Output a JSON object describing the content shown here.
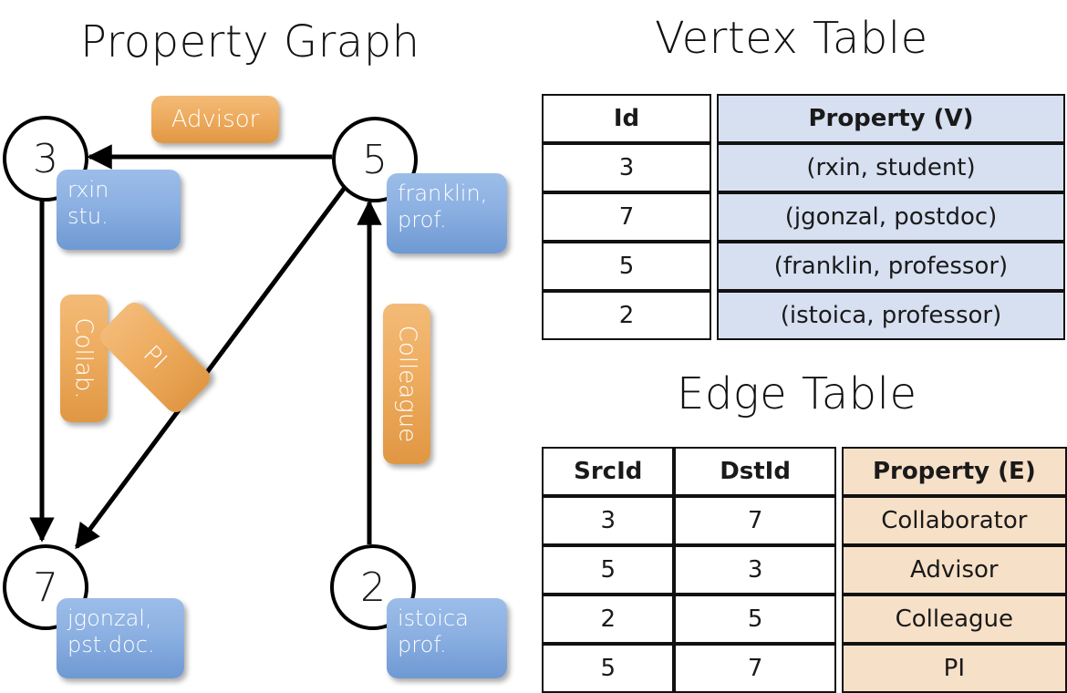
{
  "titles": {
    "property_graph": "Property Graph",
    "vertex_table": "Vertex Table",
    "edge_table": "Edge Table"
  },
  "graph": {
    "nodes": [
      {
        "id": "3",
        "label": "3",
        "property_line1": "rxin",
        "property_line2": "stu."
      },
      {
        "id": "5",
        "label": "5",
        "property_line1": "franklin,",
        "property_line2": "prof."
      },
      {
        "id": "7",
        "label": "7",
        "property_line1": "jgonzal,",
        "property_line2": "pst.doc."
      },
      {
        "id": "2",
        "label": "2",
        "property_line1": "istoica",
        "property_line2": "prof."
      }
    ],
    "edge_labels": [
      {
        "name": "advisor",
        "text": "Advisor"
      },
      {
        "name": "collab",
        "text": "Collab."
      },
      {
        "name": "pi",
        "text": "PI"
      },
      {
        "name": "colleague",
        "text": "Colleague"
      }
    ],
    "edges": [
      {
        "from": "5",
        "to": "3",
        "label": "Advisor"
      },
      {
        "from": "3",
        "to": "7",
        "label": "Collab."
      },
      {
        "from": "5",
        "to": "7",
        "label": "PI"
      },
      {
        "from": "2",
        "to": "5",
        "label": "Colleague"
      }
    ]
  },
  "vertex_table": {
    "headers": [
      "Id",
      "Property (V)"
    ],
    "rows": [
      {
        "id": "3",
        "property": "(rxin, student)"
      },
      {
        "id": "7",
        "property": "(jgonzal, postdoc)"
      },
      {
        "id": "5",
        "property": "(franklin, professor)"
      },
      {
        "id": "2",
        "property": "(istoica, professor)"
      }
    ]
  },
  "edge_table": {
    "headers": [
      "SrcId",
      "DstId",
      "Property (E)"
    ],
    "rows": [
      {
        "src": "3",
        "dst": "7",
        "property": "Collaborator"
      },
      {
        "src": "5",
        "dst": "3",
        "property": "Advisor"
      },
      {
        "src": "2",
        "dst": "5",
        "property": "Colleague"
      },
      {
        "src": "5",
        "dst": "7",
        "property": "PI"
      }
    ]
  },
  "colors": {
    "vertex_property_fill": "#d7e0f1",
    "edge_property_fill": "#f7e0c8",
    "node_box_blue": "#8cb0e2",
    "edge_label_orange": "#eeac5f",
    "background": "#ffffff",
    "stroke": "#111111"
  }
}
